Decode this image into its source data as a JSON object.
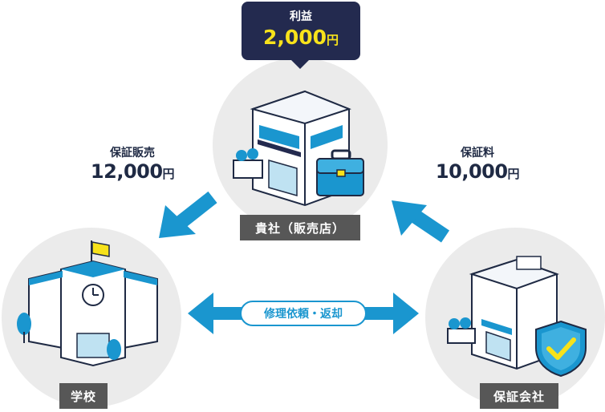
{
  "profit": {
    "label": "利益",
    "amount": "2,000",
    "unit": "円"
  },
  "left_flow": {
    "label": "保証販売",
    "amount": "12,000",
    "unit": "円"
  },
  "right_flow": {
    "label": "保証料",
    "amount": "10,000",
    "unit": "円"
  },
  "nodes": {
    "shop": "貴社（販売店）",
    "school": "学校",
    "insurer": "保証会社"
  },
  "bidirectional_label": "修理依頼・返却",
  "colors": {
    "arrow": "#1a96cf",
    "navy": "#232a4f",
    "yellow": "#f7e21b",
    "tag_gray": "#575757",
    "circle_gray": "#ebebeb"
  }
}
